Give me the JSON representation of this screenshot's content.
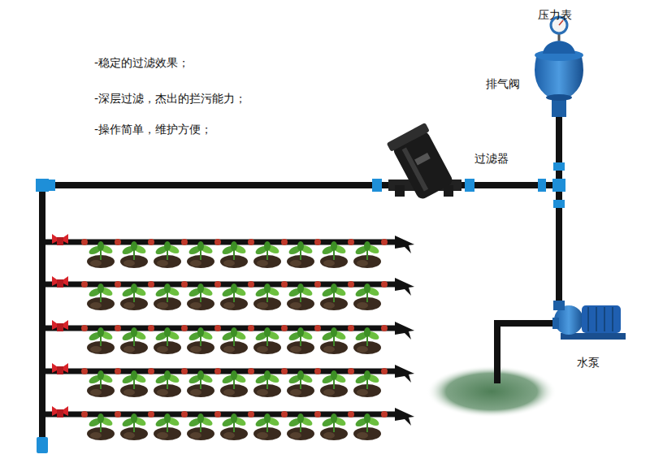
{
  "diagram": {
    "labels": [
      "-稳定的过滤效果；",
      "-深层过滤，杰出的拦污能力；",
      "-操作简单，维护方便；",
      "压力表",
      "排气阀",
      "过滤器",
      "水泵"
    ]
  }
}
